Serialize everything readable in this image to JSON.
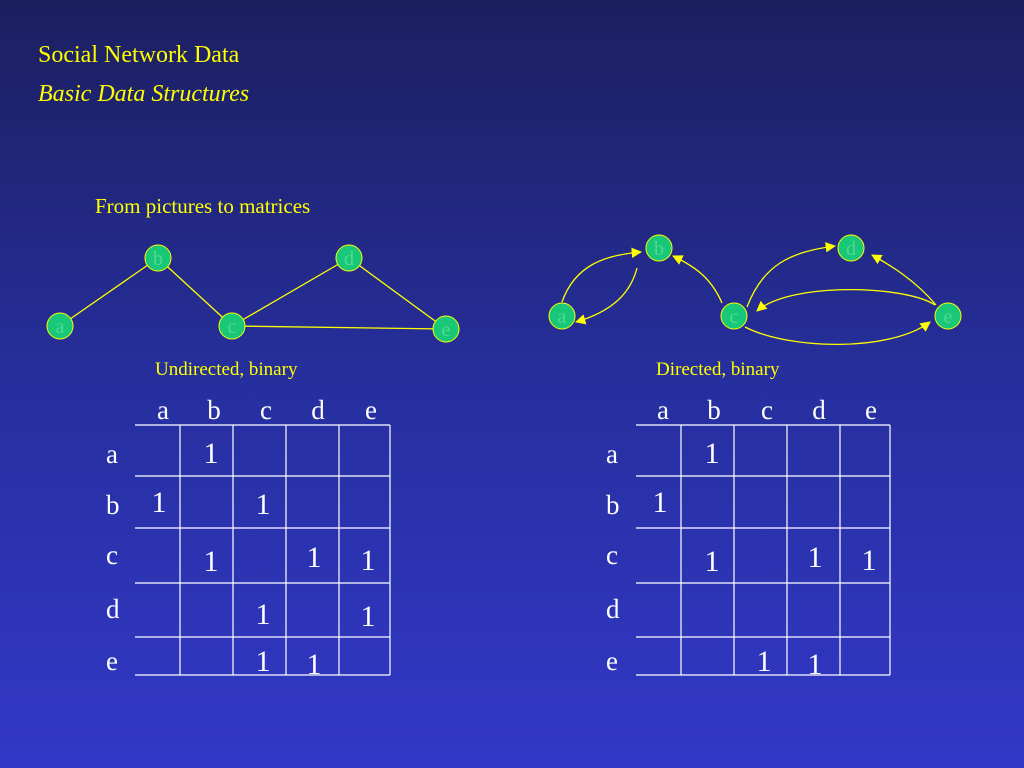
{
  "slide": {
    "title": "Social Network Data",
    "subtitle": "Basic Data Structures",
    "section_heading": "From pictures to matrices"
  },
  "colors": {
    "background_top": "#1c1f5e",
    "background_bottom": "#3238c8",
    "text": "#ffff00",
    "node_fill": "#18c878",
    "node_label": "#50d890",
    "edge": "#ffff00"
  },
  "graphs": {
    "undirected": {
      "caption": "Undirected, binary",
      "nodes": [
        "a",
        "b",
        "c",
        "d",
        "e"
      ],
      "edges": [
        [
          "a",
          "b"
        ],
        [
          "b",
          "c"
        ],
        [
          "c",
          "d"
        ],
        [
          "c",
          "e"
        ],
        [
          "d",
          "e"
        ]
      ]
    },
    "directed": {
      "caption": "Directed, binary",
      "nodes": [
        "a",
        "b",
        "c",
        "d",
        "e"
      ],
      "edges": [
        [
          "a",
          "b"
        ],
        [
          "b",
          "a"
        ],
        [
          "c",
          "b"
        ],
        [
          "c",
          "d"
        ],
        [
          "c",
          "e"
        ],
        [
          "e",
          "c"
        ],
        [
          "e",
          "d"
        ]
      ]
    }
  },
  "matrices": {
    "undirected": {
      "col_labels": [
        "a",
        "b",
        "c",
        "d",
        "e"
      ],
      "row_labels": [
        "a",
        "b",
        "c",
        "d",
        "e"
      ],
      "rows": [
        [
          "",
          "1",
          "",
          "",
          ""
        ],
        [
          "1",
          "",
          "1",
          "",
          ""
        ],
        [
          "",
          "1",
          "",
          "1",
          "1"
        ],
        [
          "",
          "",
          "1",
          "",
          "1"
        ],
        [
          "",
          "",
          "1",
          "1",
          ""
        ]
      ]
    },
    "directed": {
      "col_labels": [
        "a",
        "b",
        "c",
        "d",
        "e"
      ],
      "row_labels": [
        "a",
        "b",
        "c",
        "d",
        "e"
      ],
      "rows": [
        [
          "",
          "1",
          "",
          "",
          ""
        ],
        [
          "1",
          "",
          "",
          "",
          ""
        ],
        [
          "",
          "1",
          "",
          "1",
          "1"
        ],
        [
          "",
          "",
          "",
          "",
          ""
        ],
        [
          "",
          "",
          "1",
          "1",
          ""
        ]
      ]
    }
  }
}
